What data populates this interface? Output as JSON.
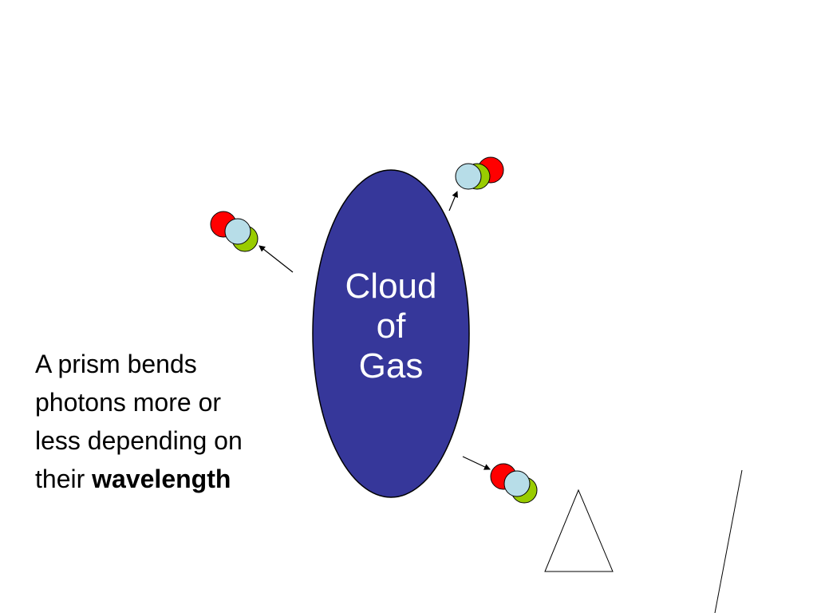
{
  "cloud": {
    "label_line1": "Cloud",
    "label_line2": "of",
    "label_line3": "Gas",
    "fill_color": "#36379a"
  },
  "caption": {
    "text": "A prism bends photons more or less depending on their",
    "emphasis": "wavelength"
  },
  "photon_colors": {
    "red": "#ff0000",
    "green": "#99cc00",
    "light_blue": "#b7dde8"
  }
}
